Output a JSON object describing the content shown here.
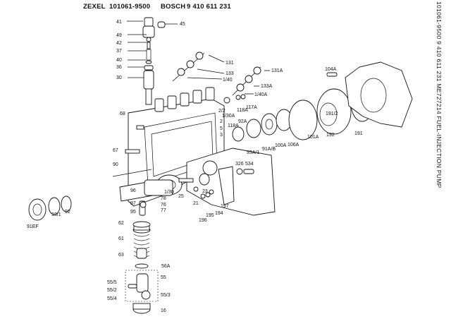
{
  "header": {
    "brand": "ZEXEL",
    "zexel_number": "101061-9500",
    "oem_brand": "BOSCH",
    "bosch_number": "9 410 611 231"
  },
  "side_caption": "101061-9500  9 410 611 231  ME727214  FUEL-INJECTION PUMP",
  "diagram": {
    "title": "Fuel-injection pump exploded view",
    "part_labels": {
      "p41": "41",
      "p45": "45",
      "p49": "49",
      "p42": "42",
      "p37": "37",
      "p40": "40",
      "p36": "36",
      "p30": "30",
      "p131": "131",
      "p133": "133",
      "p1_40": "1/40",
      "p131A": "131A",
      "p133A": "133A",
      "p1_40A": "1/40A",
      "p118A": "118A",
      "p117A": "117A",
      "p2_2": "2/2",
      "p1_30A": "1/30A",
      "p2": "2",
      "p5": "5",
      "p3": "3",
      "p118A_2": "118A",
      "p92A": "92A",
      "p93A_1": "93A/1",
      "p91A_B": "91A/B",
      "p100A": "100A",
      "p106A": "106A",
      "p101A": "101A",
      "p104A": "104A",
      "p191_2": "191/2",
      "p192": "192",
      "p191": "191",
      "p68": "68",
      "p67": "67",
      "p90": "90",
      "p91EF": "91EF",
      "p93_1": "93/1",
      "p92": "92",
      "p96": "96",
      "p97": "97",
      "p95": "95",
      "p78": "78",
      "p76": "76",
      "p77": "77",
      "p62": "62",
      "p61": "61",
      "p63": "63",
      "p56A": "56A",
      "p55": "55",
      "p55_5": "55/5",
      "p55_2": "55/2",
      "p55_4": "55/4",
      "p55_3": "55/3",
      "p16": "16",
      "p1_30": "1/30",
      "p25": "25",
      "p21": "21",
      "p23": "23",
      "p196": "196",
      "p195": "195",
      "p194": "194",
      "p197": "197",
      "p326": "326",
      "p534": "534"
    }
  }
}
